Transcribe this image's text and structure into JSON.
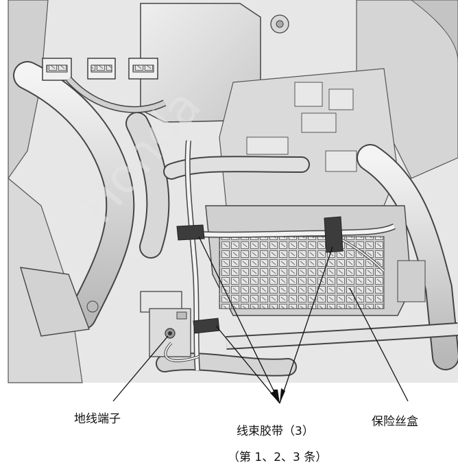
{
  "labels": {
    "ground_terminal": "地线端子",
    "harness_ties": "线束胶带（3）",
    "harness_ties_note": "（第 1、2、3 条）",
    "fuse_box": "保险丝盒"
  },
  "colors": {
    "background": "#ffffff",
    "part_fill": "#dcdcdc",
    "part_stroke": "#4a4a4a",
    "tie_fill": "#3c3c3c",
    "leader_line": "#111111",
    "watermark": "#e6e6e6"
  }
}
